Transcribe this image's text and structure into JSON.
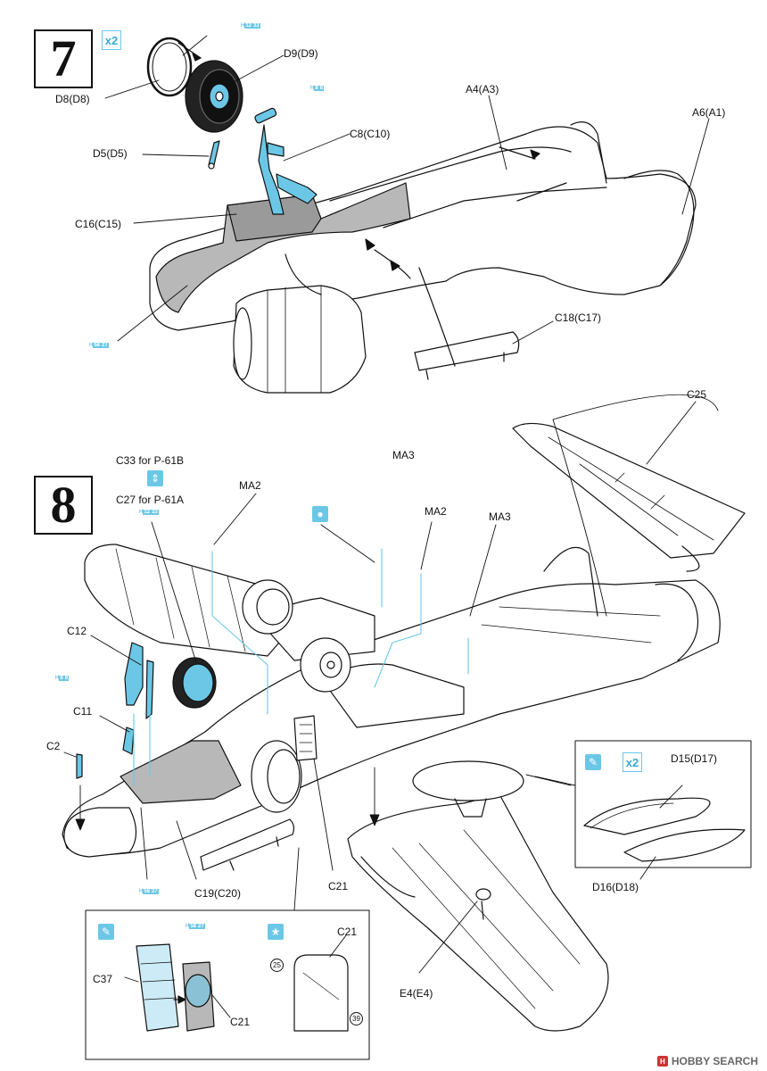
{
  "step7": {
    "number": "7",
    "multiplier": "x2",
    "labels": {
      "d8": "D8(D8)",
      "d9": "D9(D9)",
      "a4": "A4(A3)",
      "a6": "A6(A1)",
      "d5": "D5(D5)",
      "c8": "C8(C10)",
      "c16": "C16(C15)",
      "c18": "C18(C17)"
    },
    "paint_refs": {
      "h12_33": {
        "prefix": "H",
        "a": "12",
        "b": "33"
      },
      "h8_8": {
        "prefix": "H",
        "a": "8",
        "b": "8"
      },
      "h58_27": {
        "prefix": "H",
        "a": "58",
        "b": "27"
      }
    }
  },
  "step8": {
    "number": "8",
    "labels": {
      "c25": "C25",
      "c33": "C33 for P-61B",
      "c27": "C27 for P-61A",
      "ma2_left": "MA2",
      "ma3_left": "MA3",
      "ma2_right": "MA2",
      "ma3_right": "MA3",
      "c12": "C12",
      "c11": "C11",
      "c2": "C2",
      "c19": "C19(C20)",
      "c21_main": "C21",
      "d15": "D15(D17)",
      "d16": "D16(D18)",
      "e4": "E4(E4)",
      "c37": "C37",
      "c21_inset": "C21",
      "c21_decal": "C21"
    },
    "paint_refs": {
      "h12_33": {
        "prefix": "H",
        "a": "12",
        "b": "33"
      },
      "h8_8": {
        "prefix": "H",
        "a": "8",
        "b": "8"
      },
      "h58_27": {
        "prefix": "H",
        "a": "58",
        "b": "27"
      },
      "h58_27_inset": {
        "prefix": "H",
        "a": "58",
        "b": "27"
      }
    },
    "multiplier": "x2",
    "decals": {
      "n25": "25",
      "n39": "39"
    }
  },
  "footer": {
    "brand": "HOBBY SEARCH"
  },
  "colors": {
    "accent": "#6cc7e6",
    "accent_dark": "#3aaad3",
    "shade": "#b8b8b8",
    "ink": "#111111"
  }
}
